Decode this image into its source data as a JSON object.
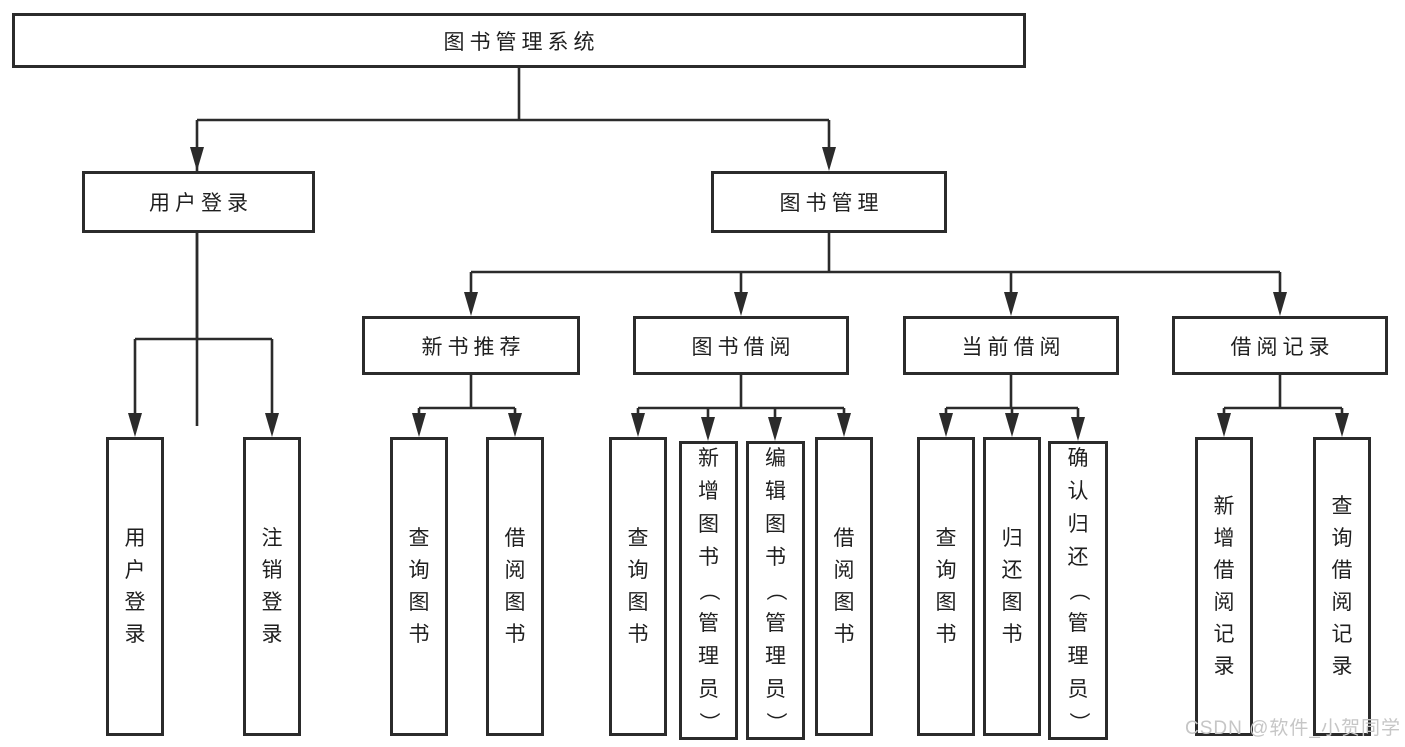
{
  "colors": {
    "line": "#2b2b2b",
    "box_border": "#2b2b2b",
    "text": "#1f1f1f",
    "watermark": "#c6c6c6",
    "background": "#ffffff"
  },
  "diagram": {
    "root": "图书管理系统",
    "user_module": {
      "label": "用户登录",
      "leaves": [
        "用户登录",
        "注销登录"
      ]
    },
    "book_module": {
      "label": "图书管理",
      "sections": [
        {
          "label": "新书推荐",
          "leaves": [
            "查询图书",
            "借阅图书"
          ]
        },
        {
          "label": "图书借阅",
          "leaves": [
            "查询图书",
            "新增图书（管理员）",
            "编辑图书（管理员）",
            "借阅图书"
          ]
        },
        {
          "label": "当前借阅",
          "leaves": [
            "查询图书",
            "归还图书",
            "确认归还（管理员）"
          ]
        },
        {
          "label": "借阅记录",
          "leaves": [
            "新增借阅记录",
            "查询借阅记录"
          ]
        }
      ]
    }
  },
  "watermark": {
    "text": "CSDN @软件_小贺同学"
  }
}
